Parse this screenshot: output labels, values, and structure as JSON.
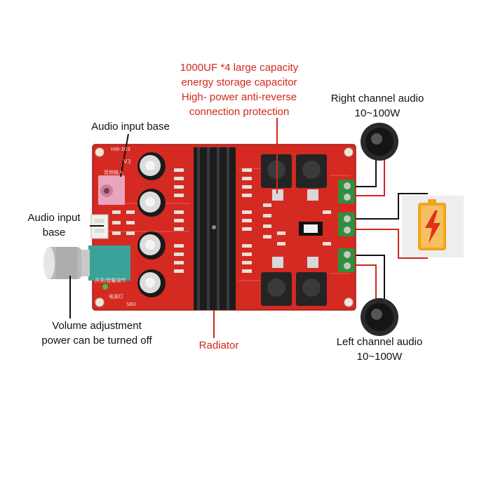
{
  "annotations": {
    "capacitor": {
      "line1": "1000UF *4 large capacity",
      "line2": "energy storage capacitor",
      "line3": "High- power anti-reverse",
      "line4": "connection protection"
    },
    "right_channel": {
      "line1": "Right channel audio",
      "line2": "10~100W"
    },
    "left_channel": {
      "line1": "Left channel audio",
      "line2": "10~100W"
    },
    "audio_input_base_top": {
      "line1": "Audio input base"
    },
    "audio_input_base_side": {
      "line1": "Audio input",
      "line2": "base"
    },
    "volume": {
      "line1": "Volume adjustment",
      "line2": "power can be turned off"
    },
    "radiator": {
      "line1": "Radiator"
    }
  },
  "board": {
    "model": "HW-303",
    "version": "V3",
    "input_label": "音频输入",
    "switch_label": "开关/音量调节",
    "power_led_label": "电源灯",
    "power_label": "SBX"
  },
  "colors": {
    "board": "#d42a22",
    "annotation_red": "#d0281c",
    "annotation_black": "#111111",
    "terminal_green": "#2f8f3a",
    "battery_orange": "#f2a41c"
  },
  "icons": [
    "speaker-icon",
    "battery-icon",
    "lightning-icon"
  ]
}
